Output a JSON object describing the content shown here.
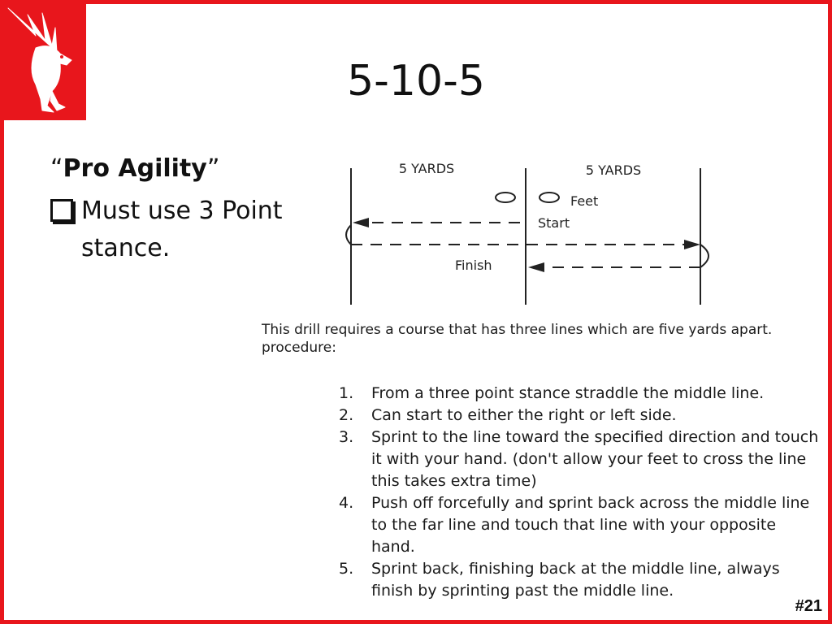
{
  "slide": {
    "title": "5-10-5",
    "subtitle_open": "“",
    "subtitle_bold": "Pro Agility",
    "subtitle_close": "”",
    "bullet": "Must use 3 Point stance.",
    "slide_number": "#21",
    "logo_icon": "falcon-logo-icon",
    "accent_color": "#e8161c"
  },
  "diagram": {
    "left_label": "5 YARDS",
    "right_label": "5 YARDS",
    "feet_label": "Feet",
    "start_label": "Start",
    "finish_label": "Finish"
  },
  "instructions": {
    "intro_line1": "This drill requires a course that has three lines which are five yards apart.",
    "intro_line2": "procedure:",
    "steps": [
      {
        "num": "1.",
        "text": "From a three point stance straddle the middle line."
      },
      {
        "num": "2.",
        "text": "Can start to either the right or left side."
      },
      {
        "num": "3.",
        "text": "Sprint to the line toward the specified direction and touch it with your hand. (don't allow your feet to cross the line this takes extra time)"
      },
      {
        "num": "4.",
        "text": "Push off forcefully and sprint back across the middle line to the far line and touch that line with your opposite hand."
      },
      {
        "num": "5.",
        "text": "Sprint back, finishing back at the middle line, always finish by sprinting past the middle line."
      }
    ]
  }
}
